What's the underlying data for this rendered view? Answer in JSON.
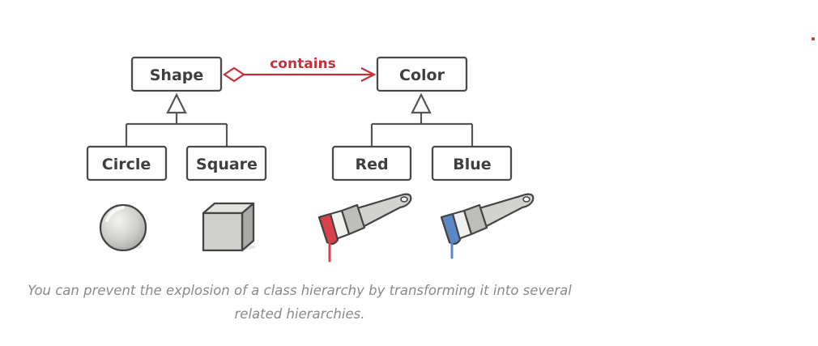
{
  "diagram": {
    "classes": {
      "shape": "Shape",
      "color": "Color",
      "circle": "Circle",
      "square": "Square",
      "red": "Red",
      "blue": "Blue"
    },
    "relation_label": "contains",
    "accent_color": "#c4313b",
    "paint_colors": {
      "red": "#d8404a",
      "blue": "#5b87c6"
    }
  },
  "caption": {
    "line1": "You can prevent the explosion of a class hierarchy by transforming it into several",
    "line2": "related hierarchies."
  }
}
